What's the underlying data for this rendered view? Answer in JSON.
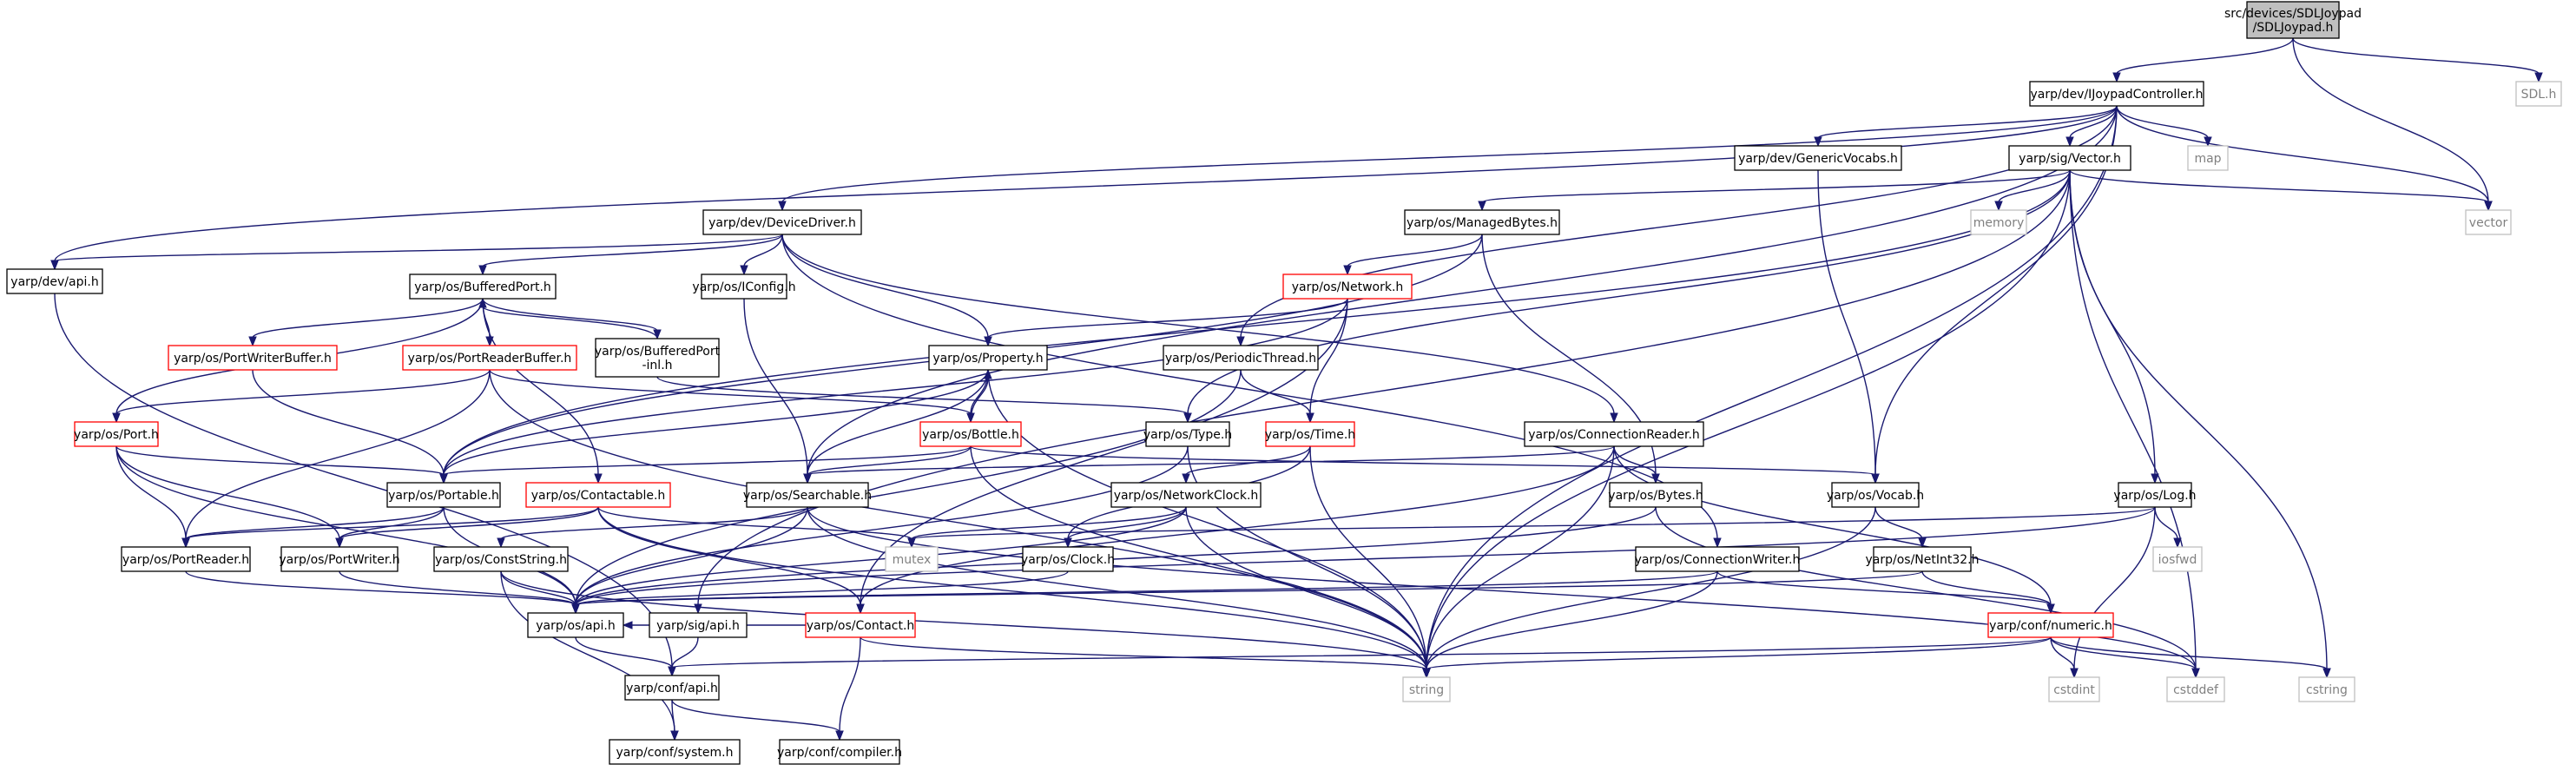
{
  "diagram": {
    "colors": {
      "edge": "#191970",
      "root_fill": "#bfbfbf",
      "normal_border": "#000000",
      "truncated_border": "#ff0000",
      "external_border": "#bfbfbf",
      "external_text": "#808080",
      "text": "#000000"
    },
    "nodes": [
      {
        "id": "root",
        "kind": "root",
        "lines": [
          "src/devices/SDLJoypad",
          "/SDLJoypad.h"
        ]
      },
      {
        "id": "ijc",
        "kind": "normal",
        "lines": [
          "yarp/dev/IJoypadController.h"
        ]
      },
      {
        "id": "sdl",
        "kind": "external",
        "lines": [
          "SDL.h"
        ]
      },
      {
        "id": "dd",
        "kind": "normal",
        "lines": [
          "yarp/dev/DeviceDriver.h"
        ]
      },
      {
        "id": "gv",
        "kind": "normal",
        "lines": [
          "yarp/dev/GenericVocabs.h"
        ]
      },
      {
        "id": "vec",
        "kind": "normal",
        "lines": [
          "yarp/sig/Vector.h"
        ]
      },
      {
        "id": "map",
        "kind": "external",
        "lines": [
          "map"
        ]
      },
      {
        "id": "vector",
        "kind": "external",
        "lines": [
          "vector"
        ]
      },
      {
        "id": "devapi",
        "kind": "normal",
        "lines": [
          "yarp/dev/api.h"
        ]
      },
      {
        "id": "mb",
        "kind": "normal",
        "lines": [
          "yarp/os/ManagedBytes.h"
        ]
      },
      {
        "id": "memory",
        "kind": "external",
        "lines": [
          "memory"
        ]
      },
      {
        "id": "bp",
        "kind": "normal",
        "lines": [
          "yarp/os/BufferedPort.h"
        ]
      },
      {
        "id": "iconfig",
        "kind": "normal",
        "lines": [
          "yarp/os/IConfig.h"
        ]
      },
      {
        "id": "net",
        "kind": "truncated",
        "lines": [
          "yarp/os/Network.h"
        ]
      },
      {
        "id": "pwb",
        "kind": "truncated",
        "lines": [
          "yarp/os/PortWriterBuffer.h"
        ]
      },
      {
        "id": "prb",
        "kind": "truncated",
        "lines": [
          "yarp/os/PortReaderBuffer.h"
        ]
      },
      {
        "id": "bpinl",
        "kind": "normal",
        "lines": [
          "yarp/os/BufferedPort",
          "-inl.h"
        ]
      },
      {
        "id": "prop",
        "kind": "normal",
        "lines": [
          "yarp/os/Property.h"
        ]
      },
      {
        "id": "pt",
        "kind": "normal",
        "lines": [
          "yarp/os/PeriodicThread.h"
        ]
      },
      {
        "id": "port",
        "kind": "truncated",
        "lines": [
          "yarp/os/Port.h"
        ]
      },
      {
        "id": "bottle",
        "kind": "truncated",
        "lines": [
          "yarp/os/Bottle.h"
        ]
      },
      {
        "id": "type",
        "kind": "normal",
        "lines": [
          "yarp/os/Type.h"
        ]
      },
      {
        "id": "time",
        "kind": "truncated",
        "lines": [
          "yarp/os/Time.h"
        ]
      },
      {
        "id": "cr",
        "kind": "normal",
        "lines": [
          "yarp/os/ConnectionReader.h"
        ]
      },
      {
        "id": "portable",
        "kind": "normal",
        "lines": [
          "yarp/os/Portable.h"
        ]
      },
      {
        "id": "contactable",
        "kind": "truncated",
        "lines": [
          "yarp/os/Contactable.h"
        ]
      },
      {
        "id": "searchable",
        "kind": "normal",
        "lines": [
          "yarp/os/Searchable.h"
        ]
      },
      {
        "id": "netclock",
        "kind": "normal",
        "lines": [
          "yarp/os/NetworkClock.h"
        ]
      },
      {
        "id": "bytes",
        "kind": "normal",
        "lines": [
          "yarp/os/Bytes.h"
        ]
      },
      {
        "id": "vocab",
        "kind": "normal",
        "lines": [
          "yarp/os/Vocab.h"
        ]
      },
      {
        "id": "log",
        "kind": "normal",
        "lines": [
          "yarp/os/Log.h"
        ]
      },
      {
        "id": "preader",
        "kind": "normal",
        "lines": [
          "yarp/os/PortReader.h"
        ]
      },
      {
        "id": "pwriter",
        "kind": "normal",
        "lines": [
          "yarp/os/PortWriter.h"
        ]
      },
      {
        "id": "mutex",
        "kind": "external",
        "lines": [
          "mutex"
        ]
      },
      {
        "id": "cs",
        "kind": "normal",
        "lines": [
          "yarp/os/ConstString.h"
        ]
      },
      {
        "id": "clock",
        "kind": "normal",
        "lines": [
          "yarp/os/Clock.h"
        ]
      },
      {
        "id": "iosfwd",
        "kind": "external",
        "lines": [
          "iosfwd"
        ]
      },
      {
        "id": "cw",
        "kind": "normal",
        "lines": [
          "yarp/os/ConnectionWriter.h"
        ]
      },
      {
        "id": "ni32",
        "kind": "normal",
        "lines": [
          "yarp/os/NetInt32.h"
        ]
      },
      {
        "id": "osapi",
        "kind": "normal",
        "lines": [
          "yarp/os/api.h"
        ]
      },
      {
        "id": "sigapi",
        "kind": "normal",
        "lines": [
          "yarp/sig/api.h"
        ]
      },
      {
        "id": "contact",
        "kind": "truncated",
        "lines": [
          "yarp/os/Contact.h"
        ]
      },
      {
        "id": "numeric",
        "kind": "truncated",
        "lines": [
          "yarp/conf/numeric.h"
        ]
      },
      {
        "id": "string",
        "kind": "external",
        "lines": [
          "string"
        ]
      },
      {
        "id": "cstdint",
        "kind": "external",
        "lines": [
          "cstdint"
        ]
      },
      {
        "id": "cstddef",
        "kind": "external",
        "lines": [
          "cstddef"
        ]
      },
      {
        "id": "cstring",
        "kind": "external",
        "lines": [
          "cstring"
        ]
      },
      {
        "id": "confapi",
        "kind": "normal",
        "lines": [
          "yarp/conf/api.h"
        ]
      },
      {
        "id": "system",
        "kind": "normal",
        "lines": [
          "yarp/conf/system.h"
        ]
      },
      {
        "id": "compiler",
        "kind": "normal",
        "lines": [
          "yarp/conf/compiler.h"
        ]
      }
    ],
    "edges": [
      [
        "root",
        "ijc"
      ],
      [
        "root",
        "sdl"
      ],
      [
        "root",
        "vector"
      ],
      [
        "ijc",
        "dd"
      ],
      [
        "ijc",
        "gv"
      ],
      [
        "ijc",
        "vec"
      ],
      [
        "ijc",
        "map"
      ],
      [
        "ijc",
        "vector"
      ],
      [
        "ijc",
        "devapi"
      ],
      [
        "ijc",
        "searchable"
      ],
      [
        "ijc",
        "pt"
      ],
      [
        "ijc",
        "vocab"
      ],
      [
        "ijc",
        "string"
      ],
      [
        "dd",
        "devapi"
      ],
      [
        "dd",
        "bp"
      ],
      [
        "dd",
        "iconfig"
      ],
      [
        "dd",
        "prop"
      ],
      [
        "dd",
        "cr"
      ],
      [
        "dd",
        "cw"
      ],
      [
        "gv",
        "vocab"
      ],
      [
        "vec",
        "mb"
      ],
      [
        "vec",
        "memory"
      ],
      [
        "vec",
        "vector"
      ],
      [
        "vec",
        "log"
      ],
      [
        "vec",
        "cstddef"
      ],
      [
        "vec",
        "cstring"
      ],
      [
        "vec",
        "string"
      ],
      [
        "vec",
        "sigapi"
      ],
      [
        "vec",
        "type"
      ],
      [
        "vec",
        "portable"
      ],
      [
        "devapi",
        "confapi"
      ],
      [
        "mb",
        "net"
      ],
      [
        "mb",
        "bytes"
      ],
      [
        "mb",
        "portable"
      ],
      [
        "bp",
        "pwb"
      ],
      [
        "bp",
        "prb"
      ],
      [
        "bp",
        "bpinl"
      ],
      [
        "bp",
        "port"
      ],
      [
        "bp",
        "contactable"
      ],
      [
        "iconfig",
        "searchable"
      ],
      [
        "net",
        "prop"
      ],
      [
        "net",
        "time"
      ],
      [
        "net",
        "contact"
      ],
      [
        "net",
        "portable"
      ],
      [
        "pwb",
        "portable"
      ],
      [
        "prb",
        "port"
      ],
      [
        "prb",
        "bottle"
      ],
      [
        "prb",
        "preader"
      ],
      [
        "prb",
        "string"
      ],
      [
        "bpinl",
        "bp"
      ],
      [
        "bpinl",
        "type"
      ],
      [
        "prop",
        "bottle"
      ],
      [
        "prop",
        "searchable"
      ],
      [
        "prop",
        "string"
      ],
      [
        "prop",
        "portable"
      ],
      [
        "pt",
        "time"
      ],
      [
        "pt",
        "osapi"
      ],
      [
        "port",
        "portable"
      ],
      [
        "port",
        "preader"
      ],
      [
        "port",
        "pwriter"
      ],
      [
        "port",
        "osapi"
      ],
      [
        "bottle",
        "prop"
      ],
      [
        "bottle",
        "portable"
      ],
      [
        "bottle",
        "searchable"
      ],
      [
        "bottle",
        "vocab"
      ],
      [
        "bottle",
        "string"
      ],
      [
        "type",
        "string"
      ],
      [
        "type",
        "osapi"
      ],
      [
        "time",
        "netclock"
      ],
      [
        "time",
        "clock"
      ],
      [
        "time",
        "string"
      ],
      [
        "cr",
        "bytes"
      ],
      [
        "cr",
        "searchable"
      ],
      [
        "cr",
        "numeric"
      ],
      [
        "cr",
        "contact"
      ],
      [
        "cr",
        "string"
      ],
      [
        "portable",
        "preader"
      ],
      [
        "portable",
        "pwriter"
      ],
      [
        "portable",
        "osapi"
      ],
      [
        "contactable",
        "preader"
      ],
      [
        "contactable",
        "pwriter"
      ],
      [
        "contactable",
        "contact"
      ],
      [
        "contactable",
        "mutex"
      ],
      [
        "contactable",
        "string"
      ],
      [
        "searchable",
        "cs"
      ],
      [
        "searchable",
        "osapi"
      ],
      [
        "searchable",
        "string"
      ],
      [
        "searchable",
        "cstddef"
      ],
      [
        "netclock",
        "clock"
      ],
      [
        "netclock",
        "mutex"
      ],
      [
        "netclock",
        "string"
      ],
      [
        "netclock",
        "osapi"
      ],
      [
        "bytes",
        "osapi"
      ],
      [
        "bytes",
        "cstddef"
      ],
      [
        "vocab",
        "ni32"
      ],
      [
        "vocab",
        "string"
      ],
      [
        "log",
        "iosfwd"
      ],
      [
        "log",
        "cstdint"
      ],
      [
        "log",
        "osapi"
      ],
      [
        "log",
        "mutex"
      ],
      [
        "preader",
        "osapi"
      ],
      [
        "pwriter",
        "osapi"
      ],
      [
        "cs",
        "osapi"
      ],
      [
        "cs",
        "string"
      ],
      [
        "cs",
        "system"
      ],
      [
        "clock",
        "osapi"
      ],
      [
        "cw",
        "numeric"
      ],
      [
        "cw",
        "osapi"
      ],
      [
        "cw",
        "string"
      ],
      [
        "ni32",
        "numeric"
      ],
      [
        "ni32",
        "osapi"
      ],
      [
        "osapi",
        "confapi"
      ],
      [
        "sigapi",
        "confapi"
      ],
      [
        "contact",
        "string"
      ],
      [
        "contact",
        "compiler"
      ],
      [
        "contact",
        "osapi"
      ],
      [
        "numeric",
        "cstdint"
      ],
      [
        "numeric",
        "cstddef"
      ],
      [
        "numeric",
        "cstring"
      ],
      [
        "numeric",
        "string"
      ],
      [
        "numeric",
        "confapi"
      ],
      [
        "confapi",
        "system"
      ],
      [
        "confapi",
        "compiler"
      ]
    ]
  }
}
